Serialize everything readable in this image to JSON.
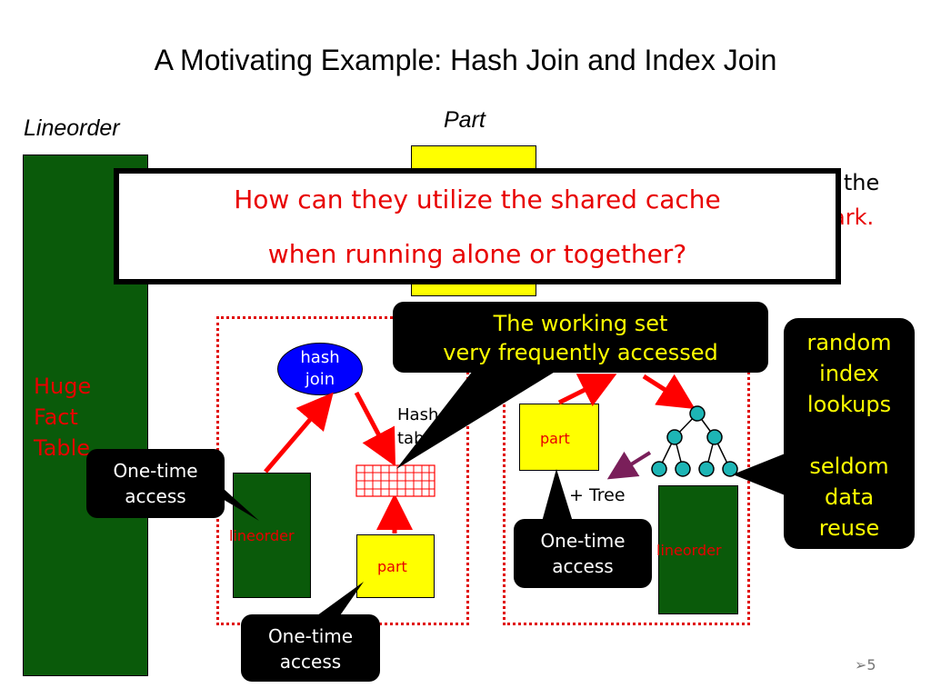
{
  "title": "A Motivating Example: Hash Join and Index Join",
  "labels": {
    "lineorder": "Lineorder",
    "part": "Part",
    "fact_table": "Huge\nFact\nTable",
    "hash_join": "hash\njoin",
    "hash_table": "Hash\ntable",
    "btree": "+ Tree",
    "lineorder_small": "lineorder",
    "part_small": "part"
  },
  "background_text": {
    "line1": "n the",
    "line2": "ark."
  },
  "question": {
    "line1": "How can they utilize the shared cache",
    "line2": "when running alone or together?"
  },
  "callouts": {
    "one_time": "One-time\naccess",
    "working_set": "The working set\nvery frequently accessed",
    "random": "random\nindex\nlookups\n\nseldom\ndata\nreuse"
  },
  "page_number": "5",
  "colors": {
    "fact_green": "#0a5a0a",
    "part_yellow": "#ffff00",
    "accent_red": "#e80000",
    "hash_join_blue": "#0000ff"
  }
}
